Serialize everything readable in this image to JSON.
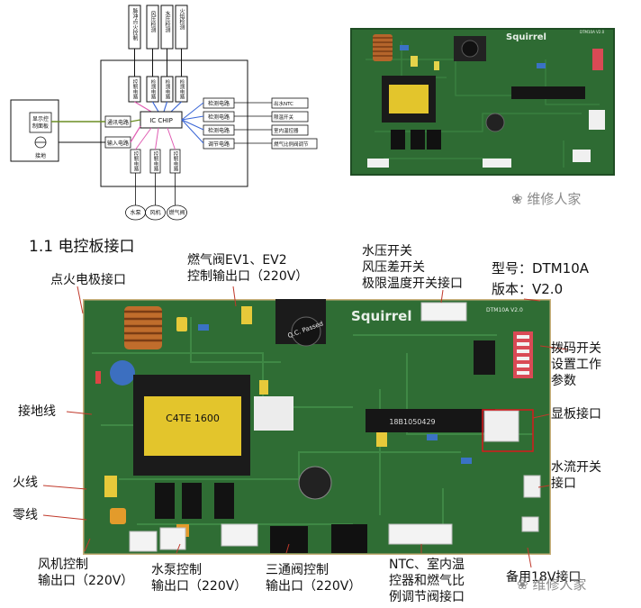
{
  "block_diagram": {
    "top_boxes": [
      "脉冲点火控制",
      "风压检测",
      "水压检测",
      "火焰检测"
    ],
    "top_circuit_labels": [
      "控制电路",
      "检测电路",
      "检测电路",
      "检测电路"
    ],
    "chip": "IC CHIP",
    "left_device": [
      "显示控",
      "制面板"
    ],
    "left_device_bottom": "接地",
    "left_circuits": [
      "通讯电路",
      "输入电路"
    ],
    "right_circuits": [
      "检测电路",
      "检测电路",
      "检测电路",
      "调节电路"
    ],
    "right_outputs": [
      "出水NTC",
      "限温开关",
      "室内温控器",
      "燃气比例阀调节"
    ],
    "bottom_circuits": [
      "控制电路",
      "控制电路",
      "控制电路"
    ],
    "bottom_outputs": [
      "水泵",
      "风机",
      "燃气阀"
    ]
  },
  "photo_top": {
    "brand": "Squirrel",
    "model_print": "DTM10A V2.0"
  },
  "watermark": "维修人家",
  "section_title": "1.1 电控板接口",
  "board_photo": {
    "brand": "Squirrel",
    "model_print": "DTM10A V2.0",
    "transformer_text": "C4TE  1600",
    "chip_text": "18B1050429",
    "relay_text": "Q.C. Passed"
  },
  "callouts": {
    "ignition": "点火电极接口",
    "gas_valve": "燃气阀EV1、EV2\n控制输出口（220V）",
    "pressure": "水压开关\n风压差开关\n极限温度开关接口",
    "model": "型号：DTM10A",
    "version": "版本：V2.0",
    "dip": "拨码开关\n设置工作\n参数",
    "display": "显板接口",
    "ground": "接地线",
    "water_flow": "水流开关\n接口",
    "live": "火线",
    "neutral": "零线",
    "fan": "风机控制\n输出口（220V）",
    "pump": "水泵控制\n输出口（220V）",
    "three_way": "三通阀控制\n输出口（220V）",
    "ntc": "NTC、室内温\n控器和燃气比\n例调节阀接口",
    "spare": "备用18V接口"
  },
  "colors": {
    "board_green": "#2f6d34",
    "callout_line": "#c0392b",
    "selection_box": "#d7191c"
  }
}
